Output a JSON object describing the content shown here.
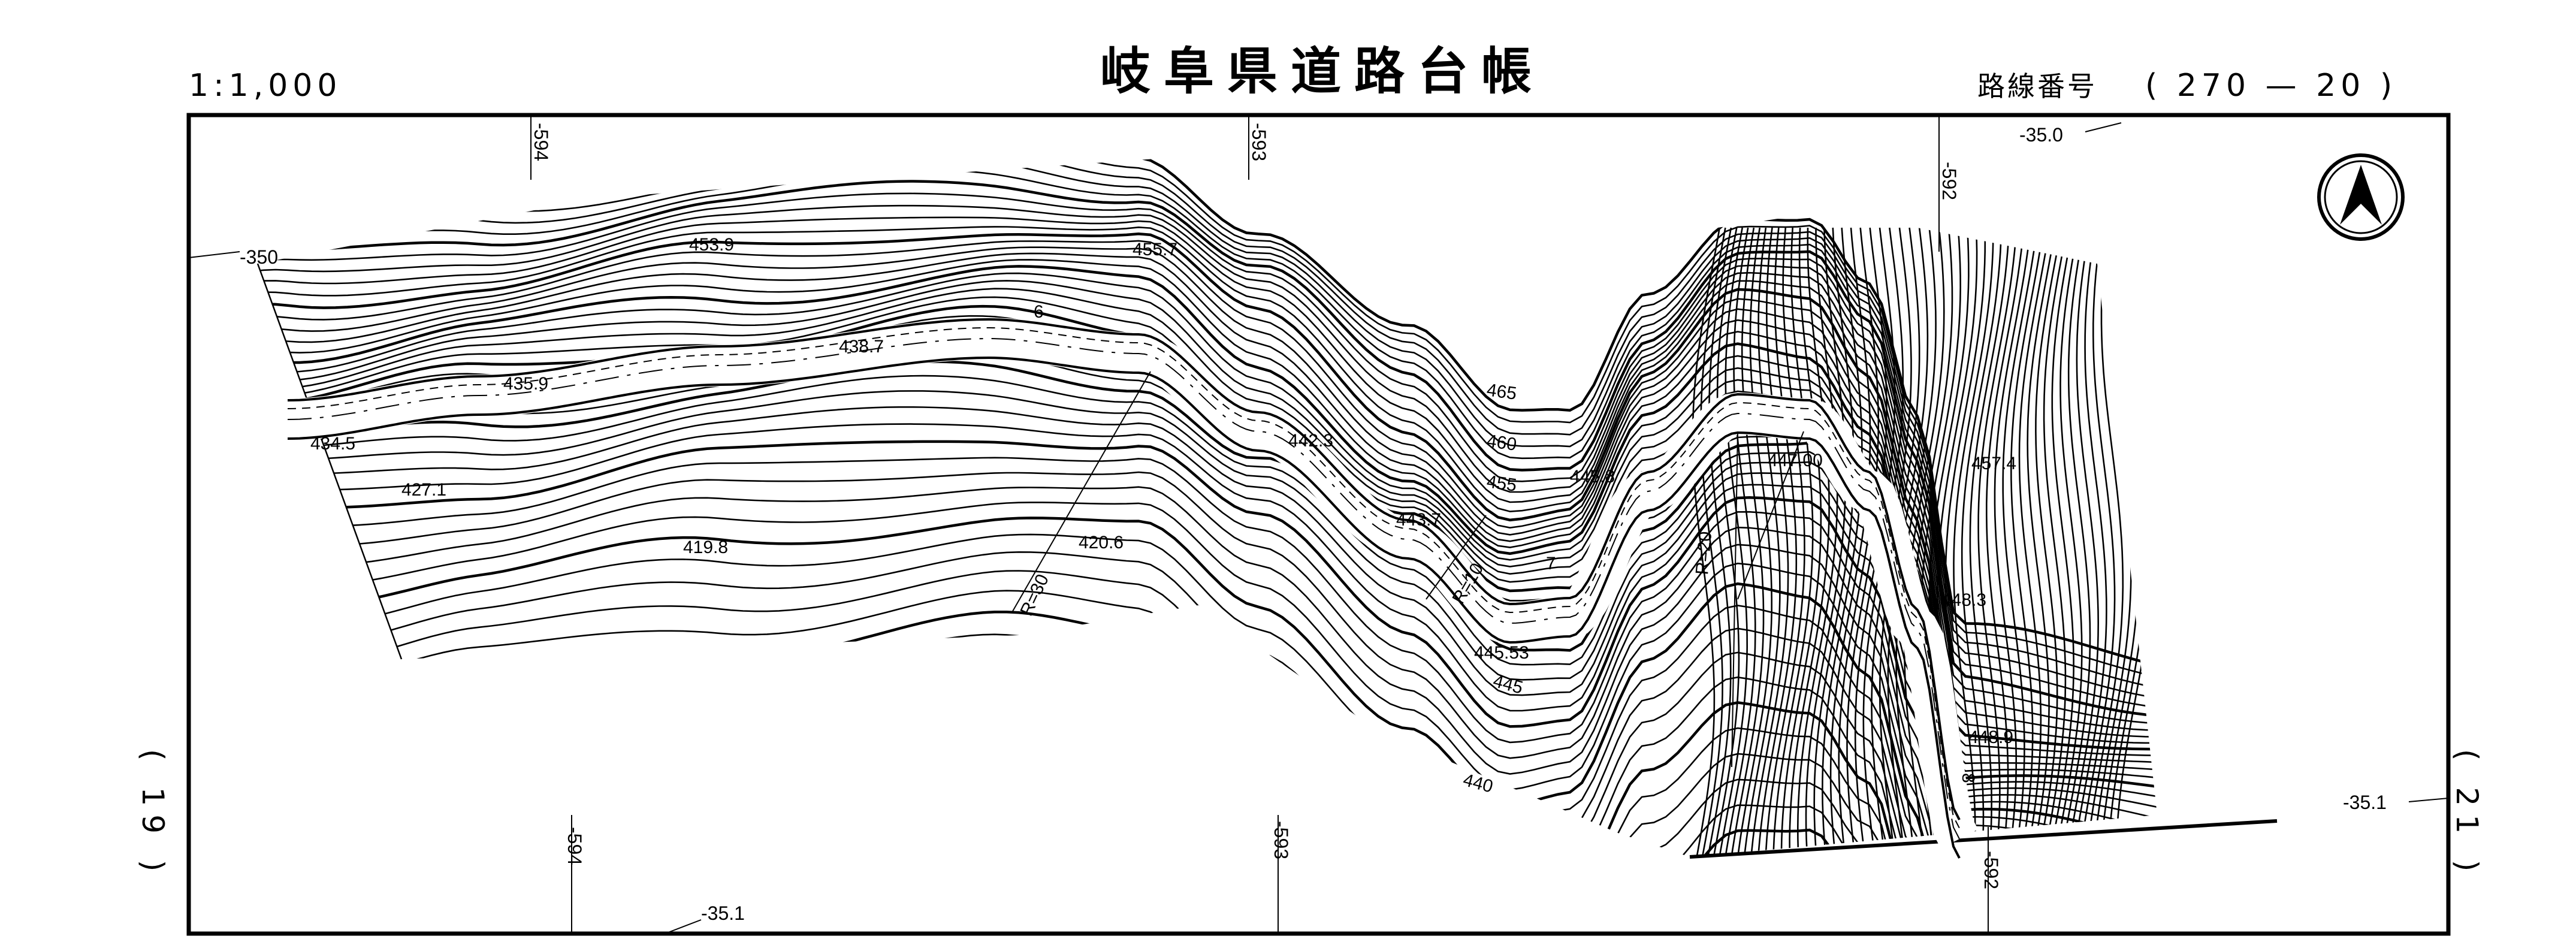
{
  "header": {
    "scale": "1:1,000",
    "title": "岐阜県道路台帳",
    "route_label": "路線番号",
    "route_number": "( 270 — 20 )"
  },
  "side_labels": {
    "left_sheet": "( 19 )",
    "right_sheet": "( 21 )"
  },
  "grid_labels": {
    "top": [
      "-594",
      "-593",
      "-592"
    ],
    "bottom": [
      "-594",
      "-593",
      "-592"
    ],
    "y": [
      "-350",
      "-35.0",
      "-35.1",
      "-35.1"
    ]
  },
  "elevations": [
    "453.9",
    "455.7",
    "435.9",
    "438.7",
    "434.5",
    "427.1",
    "419.8",
    "420.6",
    "442.3",
    "443.7",
    "445.8",
    "447.00",
    "457.4",
    "448.3",
    "445.53",
    "448.9"
  ],
  "contour_labels": [
    "465",
    "460",
    "455",
    "445",
    "440"
  ],
  "curve_radii": [
    "R=30",
    "R=10",
    "R=20"
  ],
  "road_widths": [
    "6",
    "7",
    "8"
  ],
  "icons": {
    "north": "north-arrow-icon"
  },
  "colors": {
    "ink": "#000000",
    "paper": "#ffffff"
  }
}
